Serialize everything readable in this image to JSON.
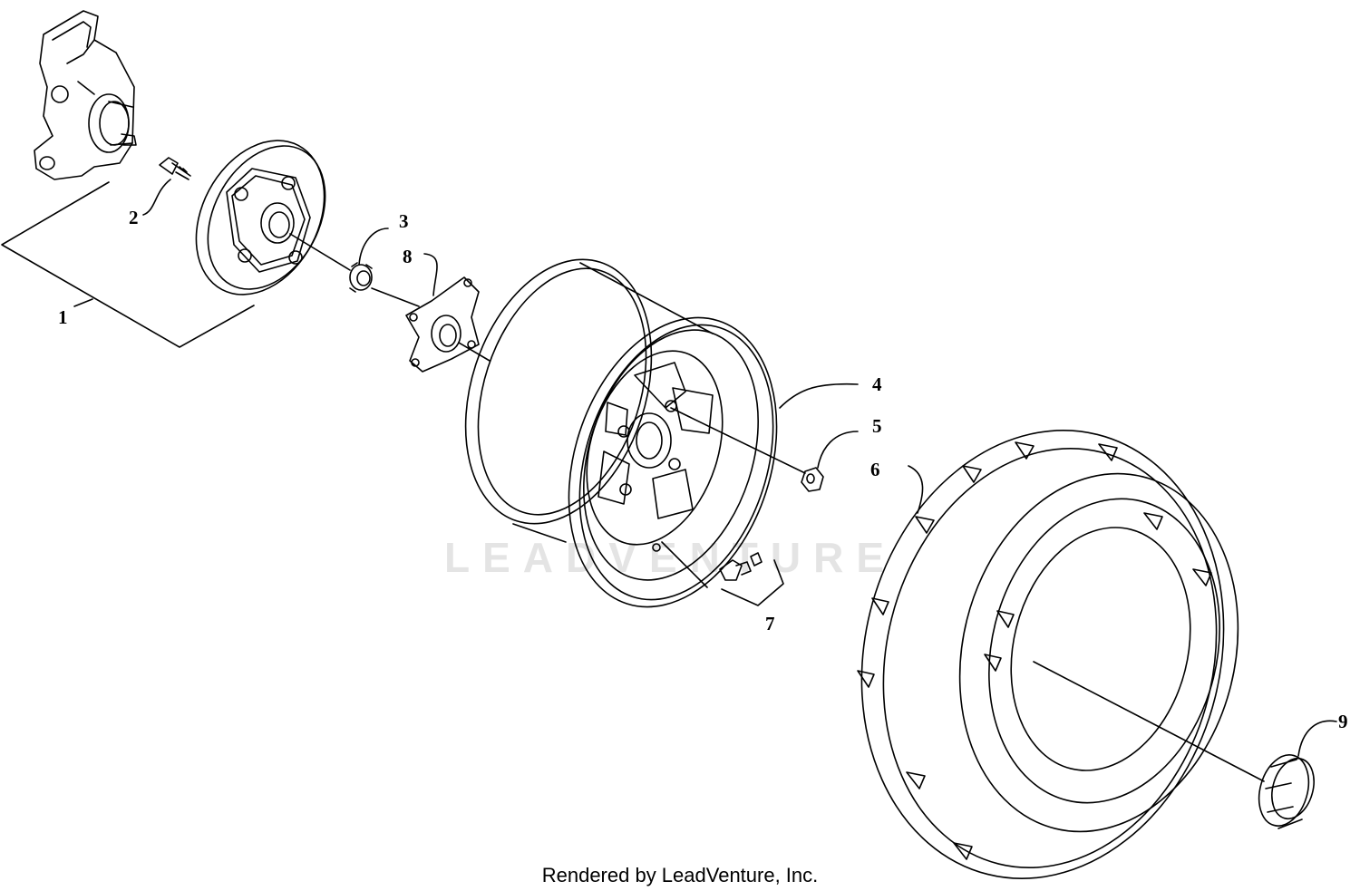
{
  "watermark": "LEADVENTURE",
  "credit": "Rendered by LeadVenture, Inc.",
  "callouts": {
    "c1": "1",
    "c2": "2",
    "c3": "3",
    "c4": "4",
    "c5": "5",
    "c6": "6",
    "c7": "7",
    "c8": "8",
    "c9": "9"
  }
}
